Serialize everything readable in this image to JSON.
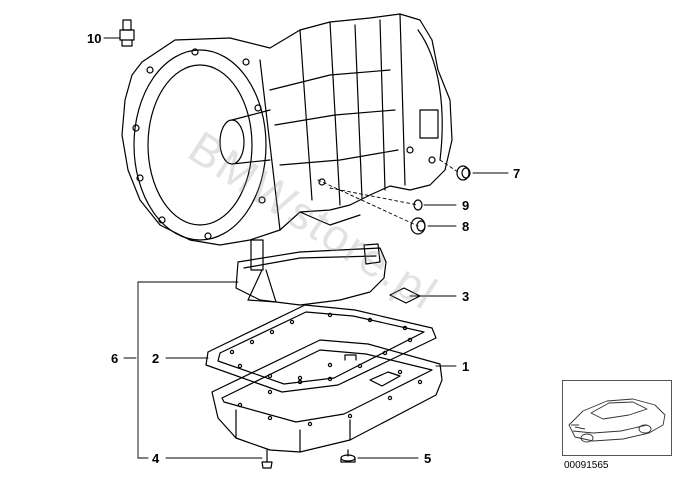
{
  "diagram": {
    "callouts": {
      "c1": "1",
      "c2": "2",
      "c3": "3",
      "c4": "4",
      "c5": "5",
      "c6": "6",
      "c7": "7",
      "c8": "8",
      "c9": "9",
      "c10": "10"
    },
    "watermark": "BMWstore.pl",
    "image_code": "00091565"
  }
}
